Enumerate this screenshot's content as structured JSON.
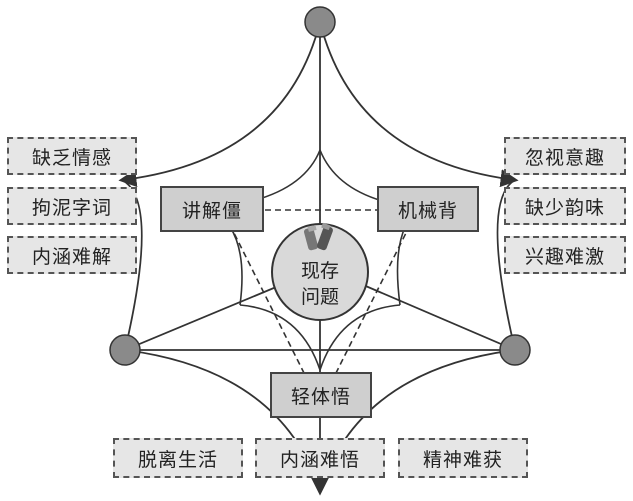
{
  "center": {
    "line1": "现存",
    "line2": "问题"
  },
  "connectors": {
    "top": "讲解僵",
    "right": "机械背",
    "bottom": "轻体悟"
  },
  "left_group": [
    "缺乏情感",
    "拘泥字词",
    "内涵难解"
  ],
  "right_group": [
    "忽视意趣",
    "缺少韵味",
    "兴趣难激"
  ],
  "bottom_group": [
    "脱离生活",
    "内涵难悟",
    "精神难获"
  ],
  "colors": {
    "node_fill": "#8a8a8a",
    "line": "#333333",
    "dashed_box_fill": "#e6e6e6",
    "solid_box_fill": "#cfcfcf"
  }
}
